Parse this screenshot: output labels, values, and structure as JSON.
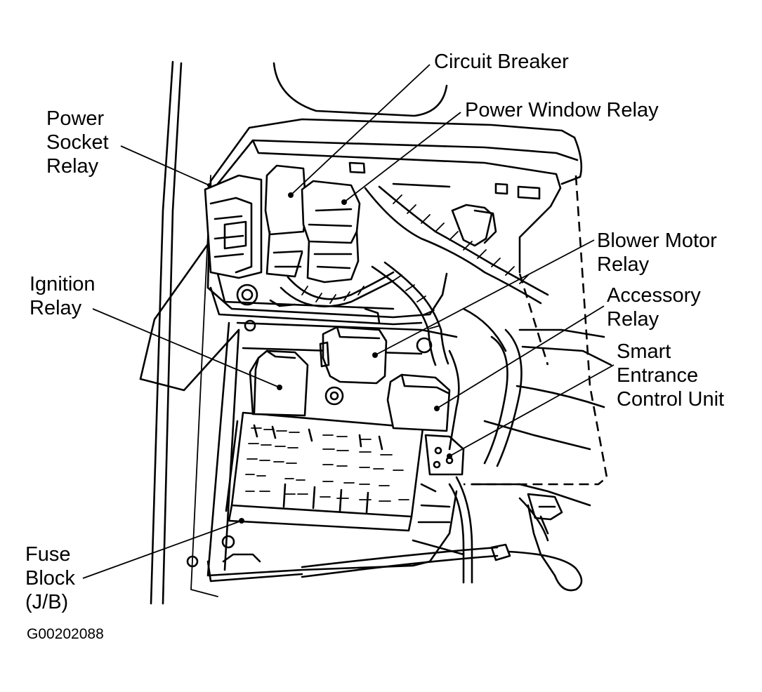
{
  "labels": {
    "circuit_breaker": "Circuit Breaker",
    "power_window_relay": "Power Window Relay",
    "power_socket_relay": [
      "Power",
      "Socket",
      "Relay"
    ],
    "blower_motor_relay": [
      "Blower Motor",
      "Relay"
    ],
    "ignition_relay": [
      "Ignition",
      "Relay"
    ],
    "accessory_relay": [
      "Accessory",
      "Relay"
    ],
    "smart_entrance_control_unit": [
      "Smart",
      "Entrance",
      "Control Unit"
    ],
    "fuse_block": [
      "Fuse",
      "Block",
      "(J/B)"
    ]
  },
  "figure_code": "G00202088"
}
